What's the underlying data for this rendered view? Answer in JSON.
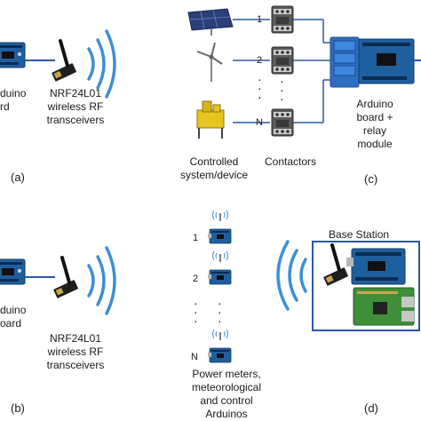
{
  "panels": {
    "a": {
      "label": "(a)",
      "arduino_label_line1": "duino",
      "arduino_label_line2": "rd",
      "rf_line1": "NRF24L01",
      "rf_line2": "wireless RF",
      "rf_line3": "transceivers"
    },
    "b": {
      "label": "(b)",
      "arduino_label_line1": "duino",
      "arduino_label_line2": "oard",
      "rf_line1": "NRF24L01",
      "rf_line2": "wireless RF",
      "rf_line3": "transceivers"
    },
    "c": {
      "label": "(c)",
      "numbers": [
        "1",
        "2",
        "N"
      ],
      "controlled_line1": "Controlled",
      "controlled_line2": "system/device",
      "contactors": "Contactors",
      "arduino_line1": "Arduino",
      "arduino_line2": "board +",
      "arduino_line3": "relay",
      "arduino_line4": "module"
    },
    "d": {
      "label": "(d)",
      "numbers": [
        "1",
        "2",
        "N"
      ],
      "base_station": "Base Station",
      "pm_line1": "Power meters,",
      "pm_line2": "meteorological",
      "pm_line3": "and control",
      "pm_line4": "Arduinos"
    }
  },
  "colors": {
    "arduino_blue": "#1f5f9e",
    "wave_blue": "#3d8fd6",
    "line_blue": "#2a56a8",
    "relay_blue": "#2f6fc2",
    "rpi_green": "#3f8f3a"
  }
}
